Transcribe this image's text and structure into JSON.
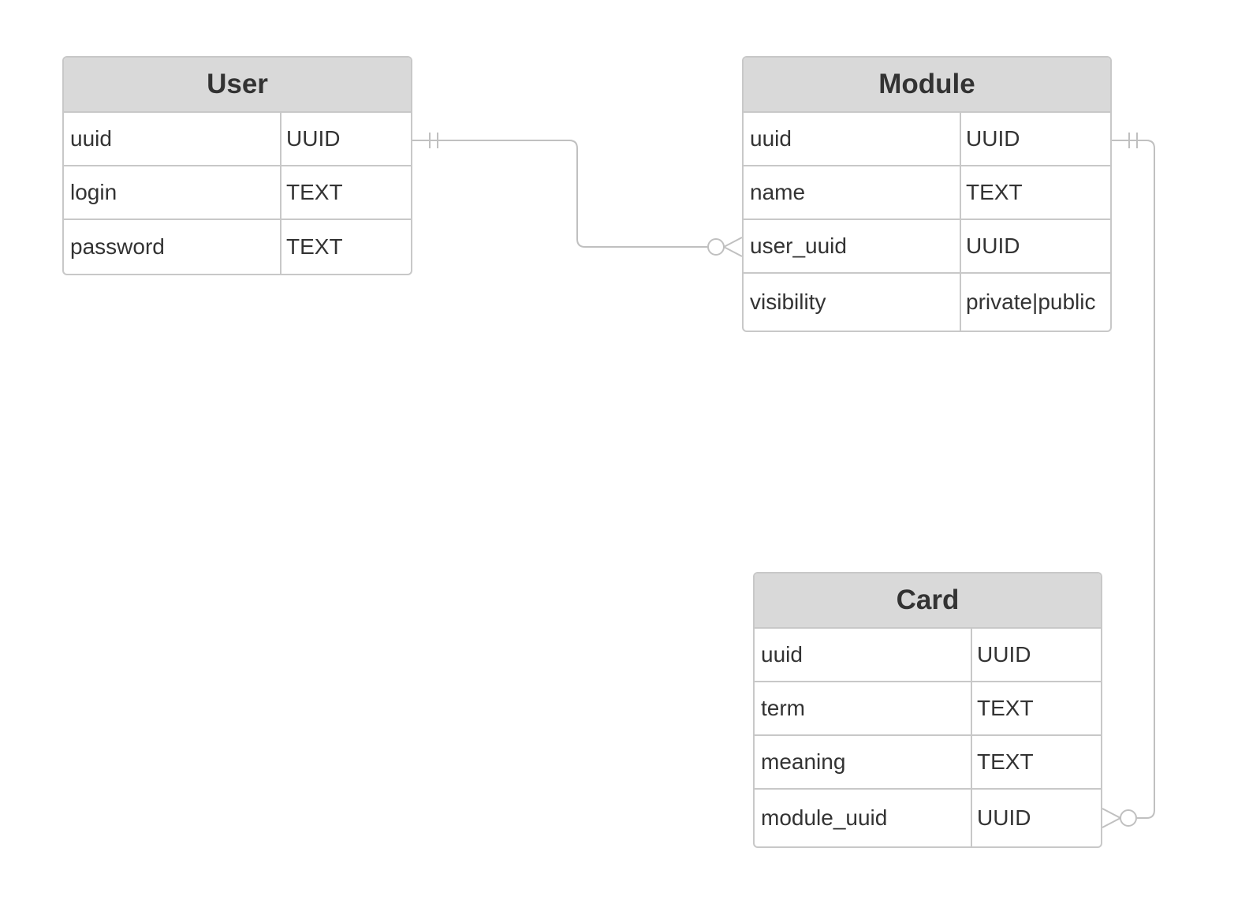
{
  "entities": {
    "user": {
      "title": "User",
      "attributes": [
        {
          "name": "uuid",
          "type": "UUID"
        },
        {
          "name": "login",
          "type": "TEXT"
        },
        {
          "name": "password",
          "type": "TEXT"
        }
      ]
    },
    "module": {
      "title": "Module",
      "attributes": [
        {
          "name": "uuid",
          "type": "UUID"
        },
        {
          "name": "name",
          "type": "TEXT"
        },
        {
          "name": "user_uuid",
          "type": "UUID"
        },
        {
          "name": "visibility",
          "type": "private|public"
        }
      ]
    },
    "card": {
      "title": "Card",
      "attributes": [
        {
          "name": "uuid",
          "type": "UUID"
        },
        {
          "name": "term",
          "type": "TEXT"
        },
        {
          "name": "meaning",
          "type": "TEXT"
        },
        {
          "name": "module_uuid",
          "type": "UUID"
        }
      ]
    }
  },
  "relationships": [
    {
      "from": "User.uuid",
      "to": "Module.user_uuid",
      "from_cardinality": "exactly-one",
      "to_cardinality": "zero-or-many"
    },
    {
      "from": "Module.uuid",
      "to": "Card.module_uuid",
      "from_cardinality": "exactly-one",
      "to_cardinality": "zero-or-many"
    }
  ],
  "colors": {
    "header_bg": "#d9d9d9",
    "border": "#c8c8c8",
    "line": "#c0c0c0",
    "text": "#333333"
  }
}
